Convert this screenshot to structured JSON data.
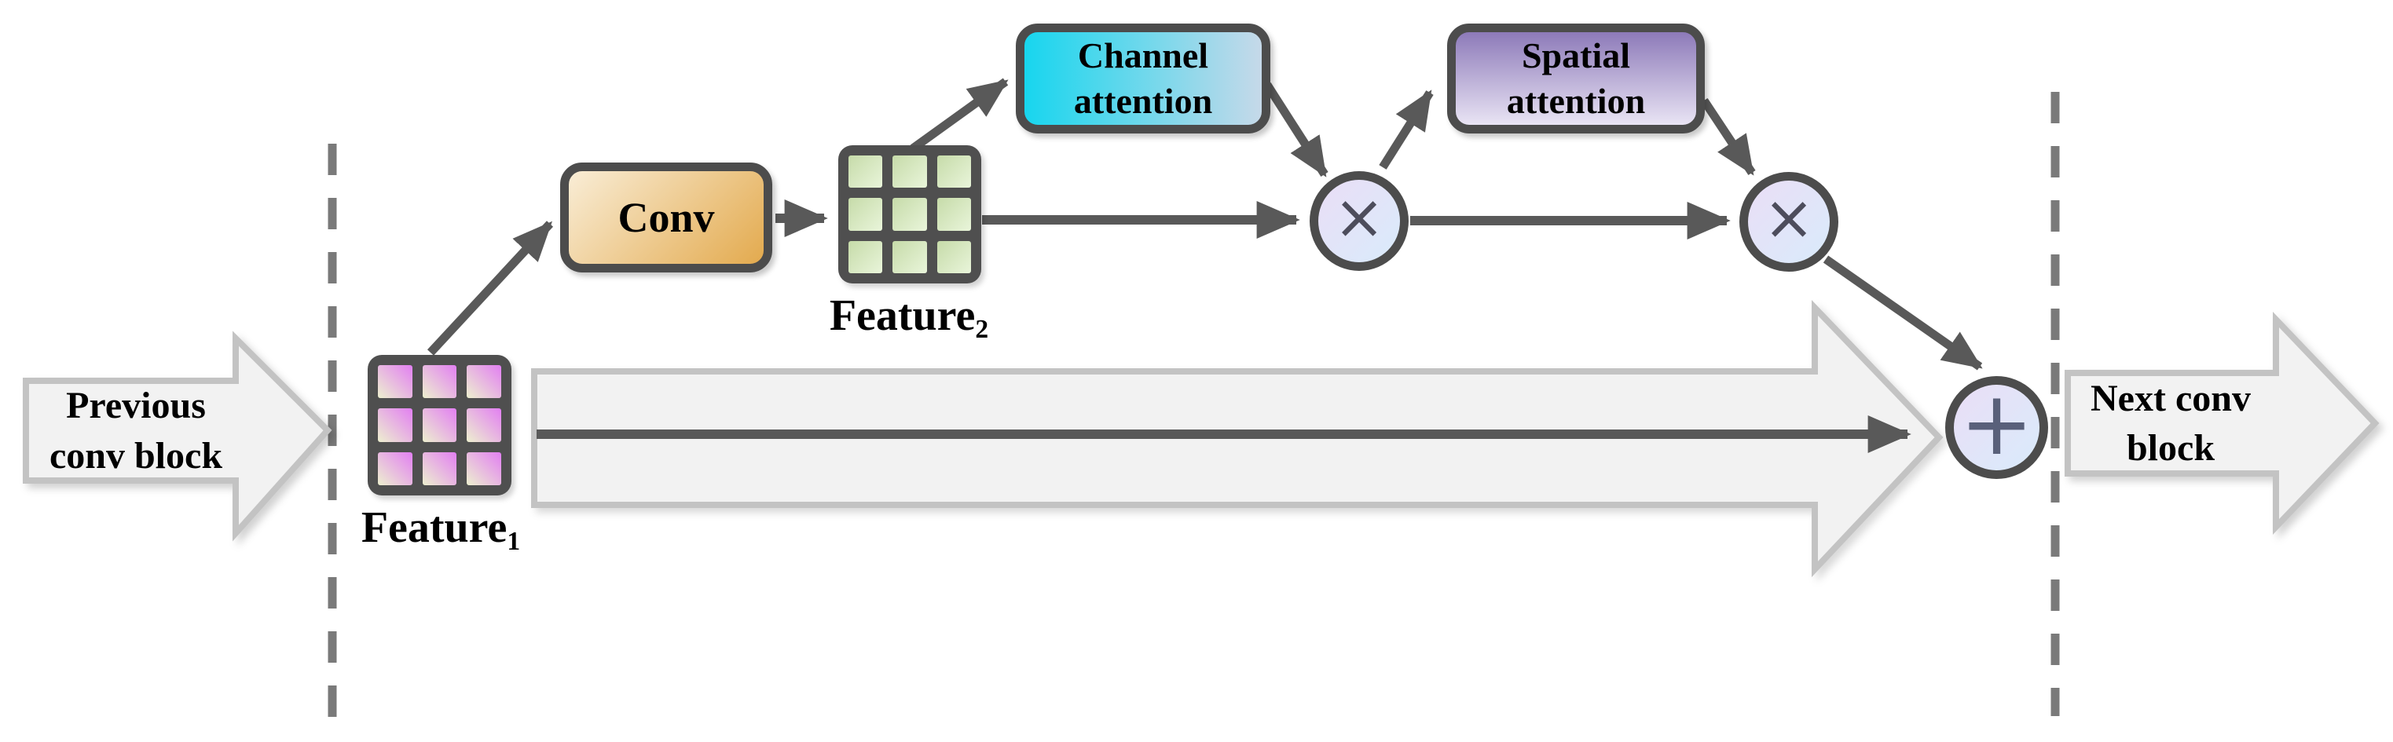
{
  "diagram": {
    "previous_block": {
      "line1": "Previous",
      "line2": "conv block"
    },
    "next_block": {
      "line1": "Next conv",
      "line2": "block"
    },
    "conv_box": {
      "label": "Conv"
    },
    "channel_attention_box": {
      "line1": "Channel",
      "line2": "attention"
    },
    "spatial_attention_box": {
      "line1": "Spatial",
      "line2": "attention"
    },
    "feature1_label": {
      "base": "Feature",
      "subscript": "1"
    },
    "feature2_label": {
      "base": "Feature",
      "subscript": "2"
    },
    "operators": {
      "multiply": "×",
      "add": "+"
    },
    "colors": {
      "box_border": "#4c4c4c",
      "arrow_line": "#595959",
      "dashed_boundary": "#7a7a7a",
      "big_arrow_fill": "#f2f2f2",
      "big_arrow_border": "#c3c3c3",
      "conv_gradient_start": "#f9edd6",
      "conv_gradient_end": "#e3aa4e",
      "channel_gradient_start": "#17d6ee",
      "channel_gradient_end": "#c6d9e9",
      "spatial_gradient_start": "#8d7ab9",
      "spatial_gradient_end": "#e9e4f4",
      "feature1_cell_gradient_start": "#e27ff2",
      "feature1_cell_gradient_end": "#edf0cf",
      "feature2_cell_gradient_start": "#c6dba9",
      "feature2_cell_gradient_end": "#e9f5da",
      "operator_fill_start": "#eadef6",
      "operator_fill_end": "#d9ebfb"
    }
  }
}
